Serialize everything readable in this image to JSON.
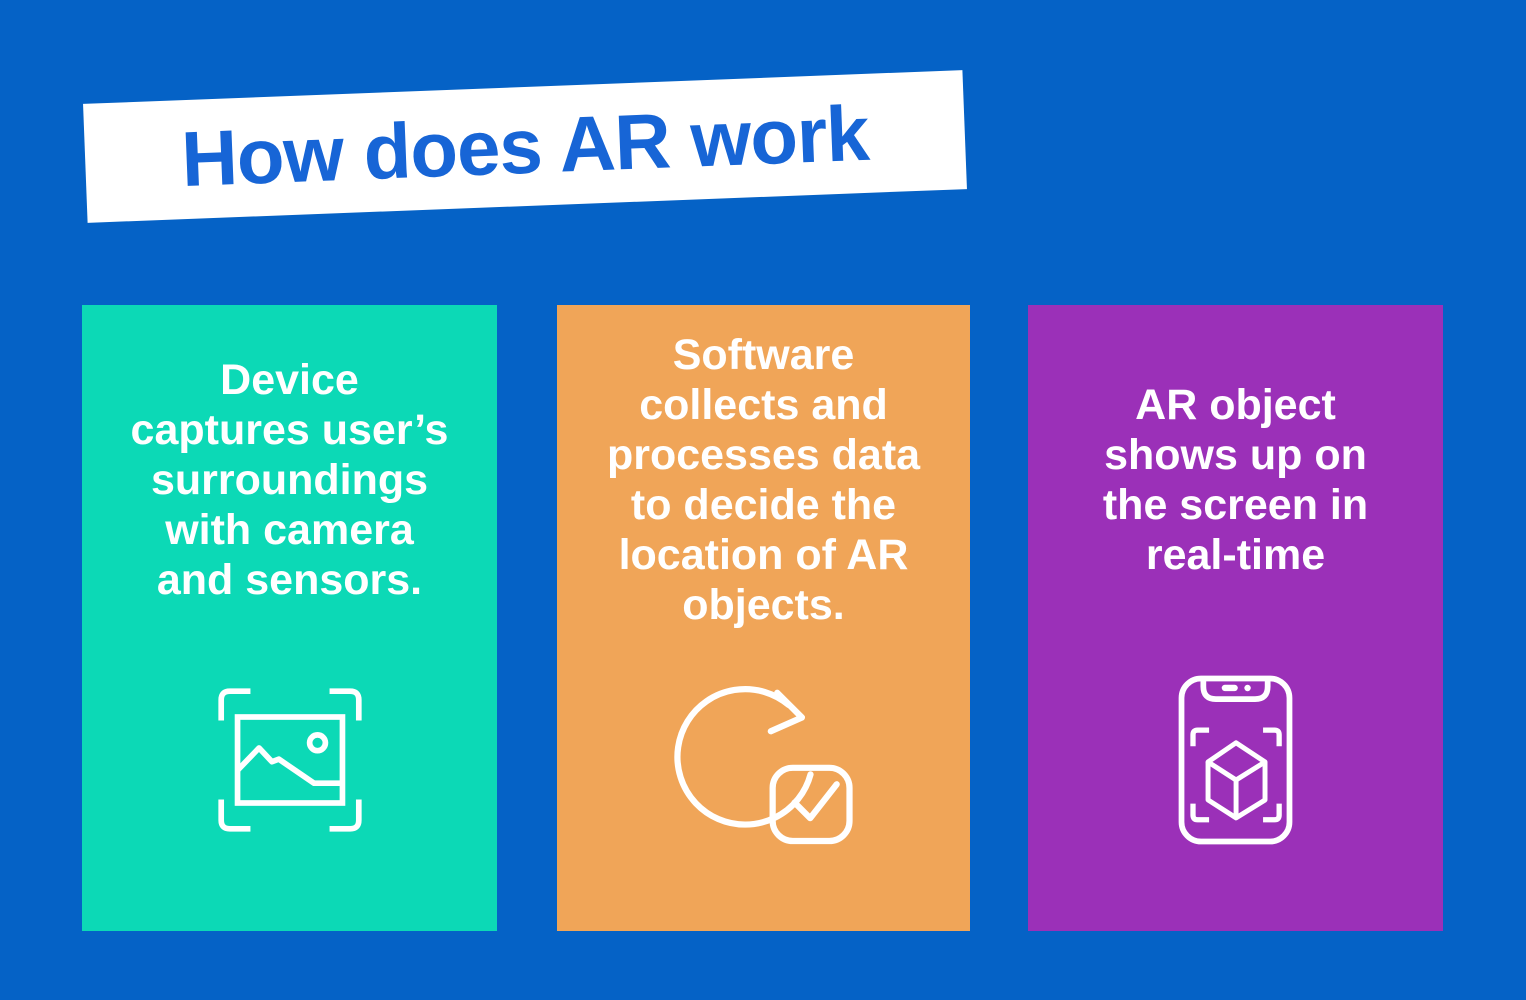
{
  "page": {
    "background_color": "#0562c6"
  },
  "header": {
    "title": "How does AR work",
    "banner_color": "#ffffff",
    "text_color": "#1765d6"
  },
  "cards": [
    {
      "id": "capture",
      "color": "#0cd9b6",
      "text_color": "#ffffff",
      "icon": "image-scan-icon",
      "text": "Device\ncaptures user’s\nsurroundings\nwith camera\nand sensors."
    },
    {
      "id": "process",
      "color": "#f0a558",
      "text_color": "#ffffff",
      "icon": "sync-check-icon",
      "text": "Software\ncollects and\nprocesses data\nto decide the\nlocation of AR\nobjects."
    },
    {
      "id": "display",
      "color": "#9b30b8",
      "text_color": "#ffffff",
      "icon": "phone-ar-icon",
      "text": "AR object\nshows up on\nthe screen in\nreal-time"
    }
  ]
}
